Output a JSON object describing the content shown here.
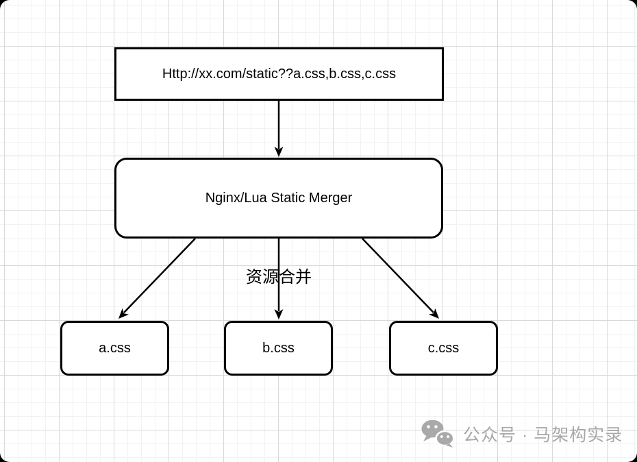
{
  "diagram": {
    "nodes": {
      "url": {
        "label": "Http://xx.com/static??a.css,b.css,c.css"
      },
      "merger": {
        "label": "Nginx/Lua Static Merger"
      },
      "css_a": {
        "label": "a.css"
      },
      "css_b": {
        "label": "b.css"
      },
      "css_c": {
        "label": "c.css"
      }
    },
    "edges": {
      "merge_label": "资源合并"
    }
  },
  "watermark": {
    "icon": "wechat-icon",
    "text": "公众号 · 马架构实录"
  },
  "colors": {
    "node_border": "#000000",
    "node_fill": "#ffffff",
    "text": "#000000",
    "arrow": "#000000",
    "grid_minor": "#f2f2f2",
    "grid_major": "#d9d9d9",
    "canvas_background": "#ffffff",
    "watermark": "#a8a8a8"
  }
}
